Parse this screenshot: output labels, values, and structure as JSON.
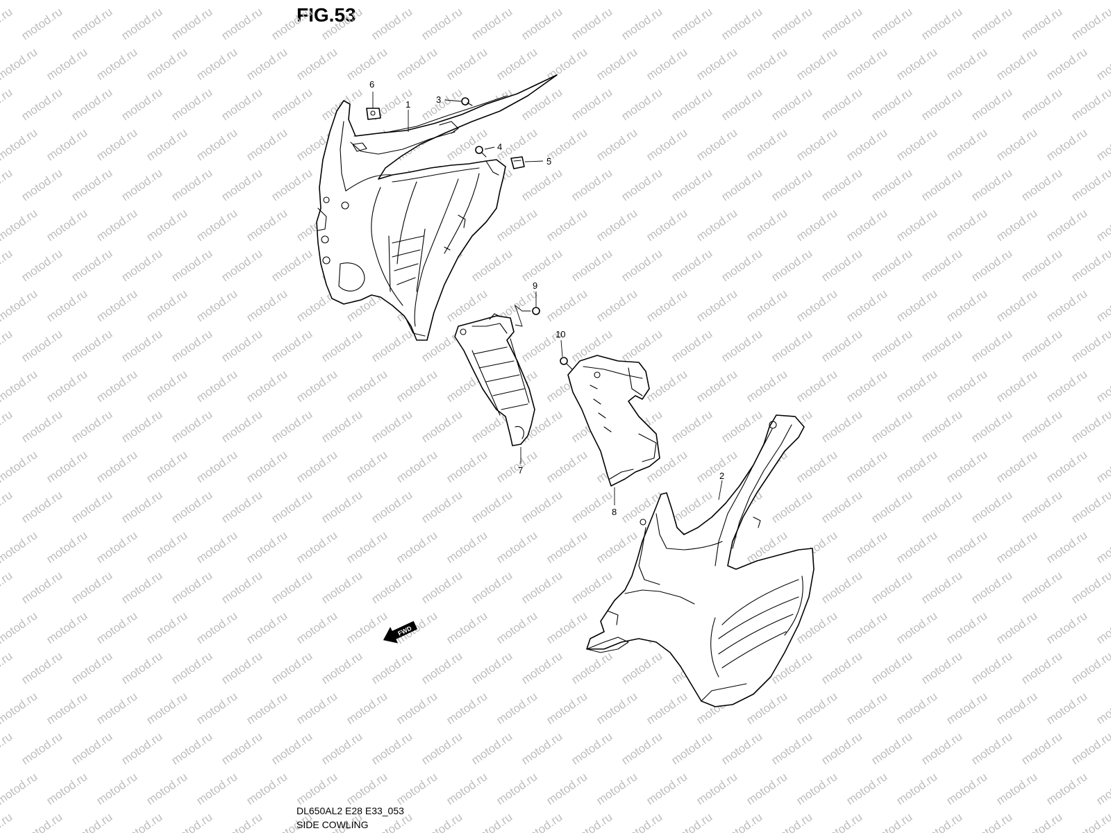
{
  "figure": {
    "title": "FIG.53",
    "code": "DL650AL2 E28 E33_053",
    "name": "SIDE COWLING"
  },
  "watermark": {
    "text": "motod.ru",
    "color": "#bdbdbd"
  },
  "callouts": [
    "1",
    "2",
    "3",
    "4",
    "5",
    "6",
    "7",
    "8",
    "9",
    "10"
  ],
  "direction_arrow": {
    "label": "FWD"
  }
}
